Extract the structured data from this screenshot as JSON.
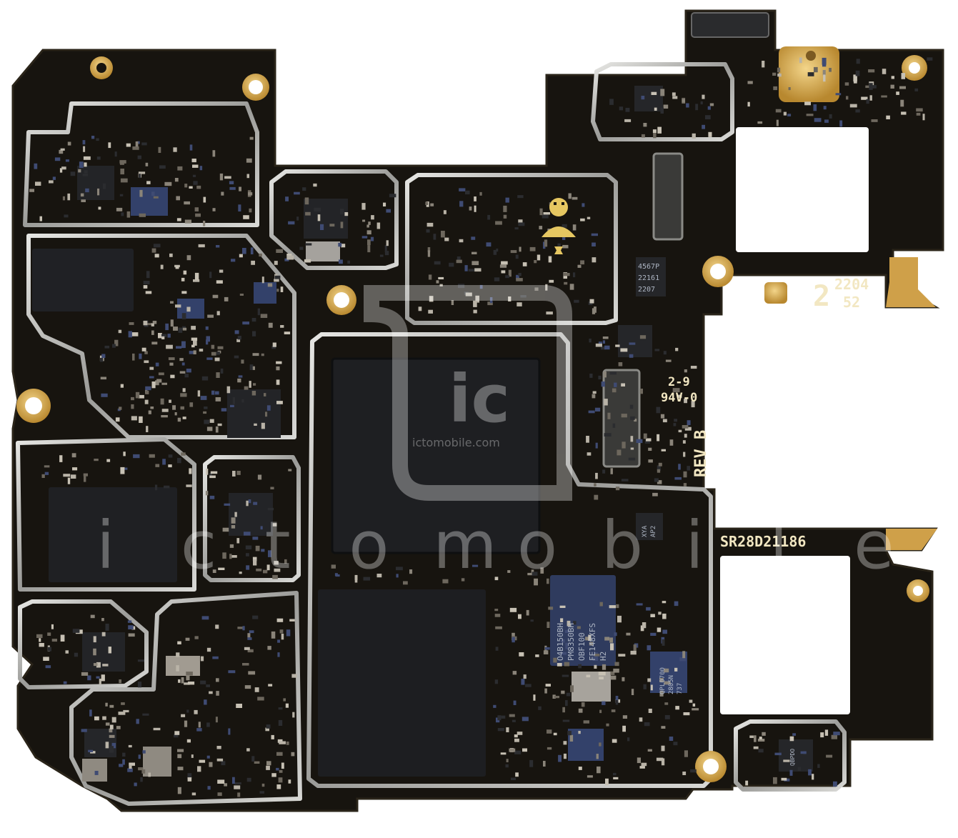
{
  "colors": {
    "board": "#17140f",
    "board_edge": "#2a2419",
    "shield": "#c9c9c6",
    "gold": "#d9ae4e",
    "chip": "#232427",
    "chip_blue": "#3a4a72",
    "silk": "#f2e7c2"
  },
  "labels": {
    "batch_top": "2204",
    "batch_digit": "2",
    "batch_bottom": "52",
    "flammability_a": "2-9",
    "flammability_b": "94V-0",
    "revision": "REV B",
    "serial": "SR28D21186",
    "pmic_line1": "O4B150BH",
    "pmic_line2": "PM8350BH",
    "pmic_line3": "OBF100",
    "pmic_line4": "FE148XFS",
    "pmic_line5": "H2",
    "small_chip_line1": "4567P",
    "small_chip_line2": "22161",
    "small_chip_line3": "2207",
    "qorvo_line1": "QPL0700",
    "qorvo_line2": "2805N",
    "qorvo_line3": "737",
    "tiny_chip_line1": "XYA",
    "tiny_chip_line2": "AP2",
    "rf_chip": "QBPDO"
  },
  "watermark": {
    "logo_text": "ic",
    "site": "ictomobile.com",
    "letters": [
      "i",
      "c",
      "t",
      "o",
      "m",
      "o",
      "b",
      "i",
      "l",
      "e"
    ]
  }
}
